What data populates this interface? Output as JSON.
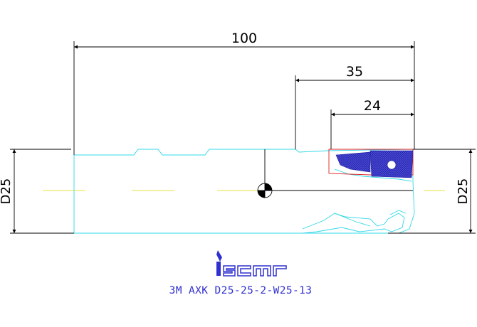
{
  "dimensions": {
    "overall_length": "100",
    "head_length": "35",
    "insert_length": "24",
    "diameter_left": "D25",
    "diameter_right": "D25"
  },
  "logo": {
    "text": "iscar"
  },
  "caption": {
    "designation": "3M AXK D25-25-2-W25-13"
  },
  "colors": {
    "dimension_lines": "#000000",
    "tool_outline": "#30d8e8",
    "center_axis": "#e8e040",
    "insert_outline": "#e02020",
    "insert_fill": "#3030c0",
    "caption_text": "#3030d0",
    "logo": "#3030d0"
  }
}
